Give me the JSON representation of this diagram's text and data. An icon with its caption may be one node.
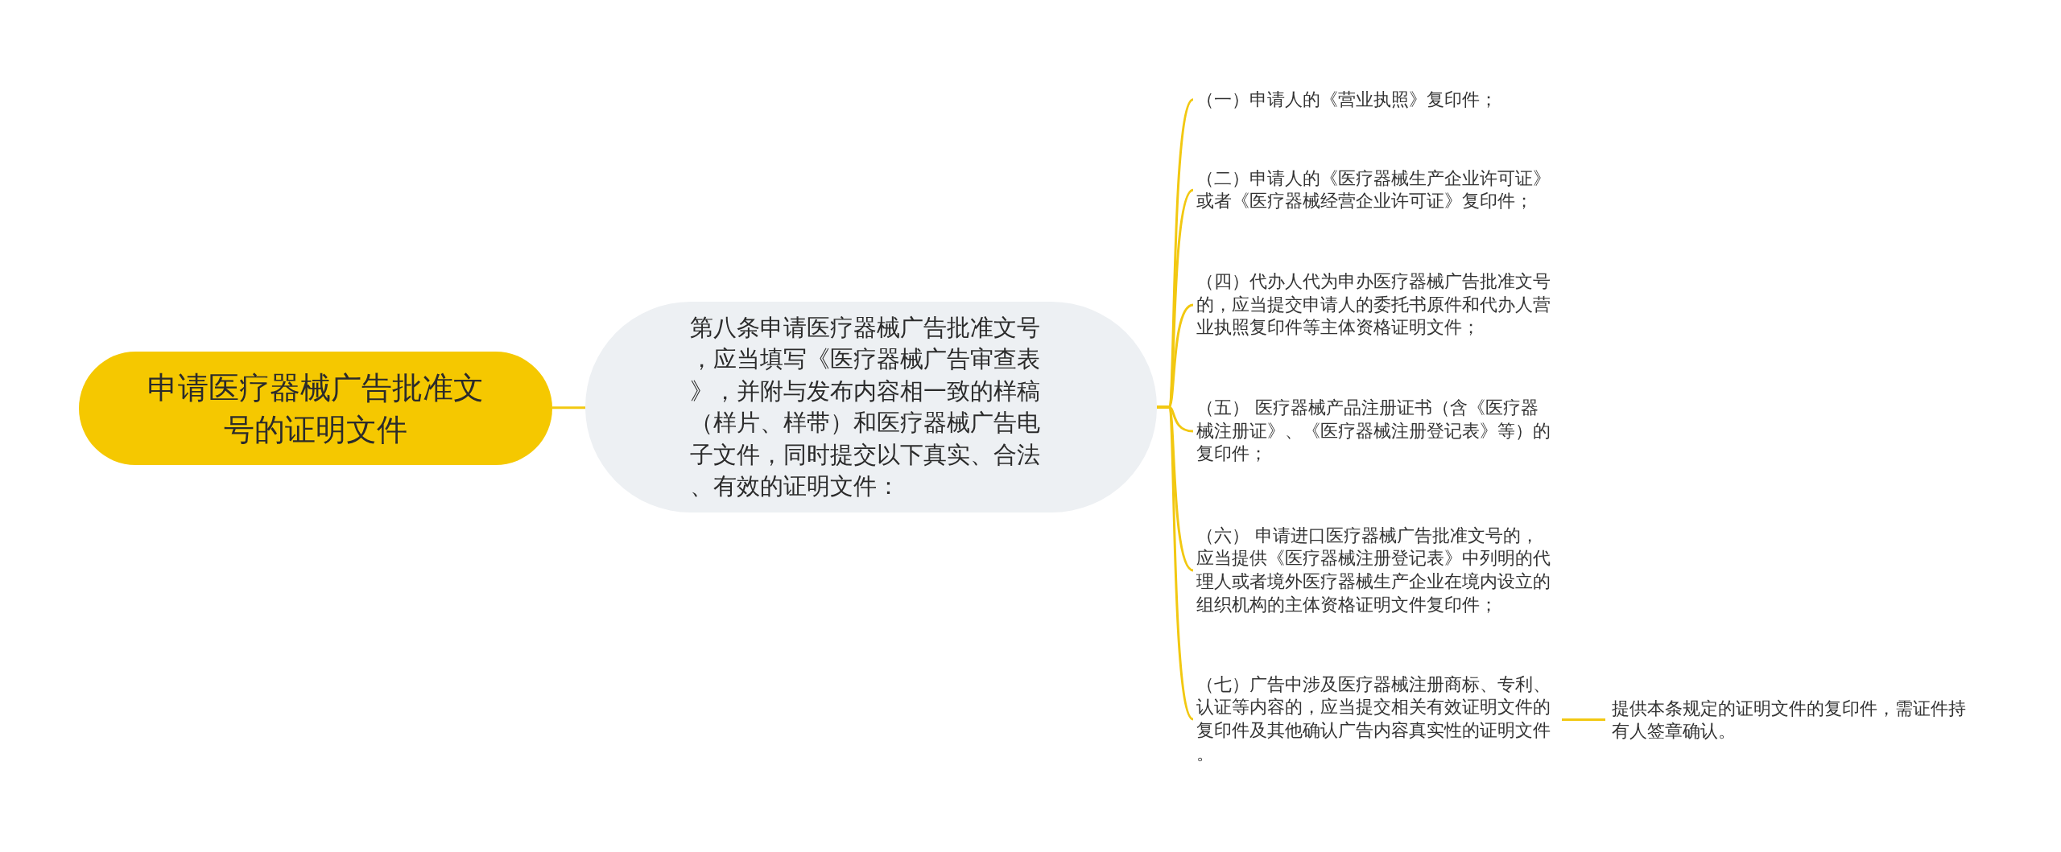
{
  "diagram": {
    "nodes": [
      {
        "text": [
          "申请医疗器械广告批准文号的证明文件"
        ]
      },
      {
        "text": [
          "第八条申请医疗器械广告批准文号，应当填写《医疗器械广告审查表》，并附与发布内容相一致的样稿（样片、样带）和医疗器械广告电子文件，同时提交以下真实、合法、有效的证明文件："
        ]
      },
      {
        "text": [
          "（一）申请人的《营业执照》复印件；"
        ]
      },
      {
        "text": [
          "（二）申请人的《医疗器械生产企业许可证》或者《医疗器械经营企业许可证》复印件；"
        ]
      },
      {
        "text": [
          "（四）代办人代为申办医疗器械广告批准文号的，应当提交申请人的委托书原件和代办人营业执照复印件等主体资格证明文件；"
        ]
      },
      {
        "text": [
          "（五） 医疗器械产品注册证书（含《医疗器械注册证》、《医疗器械注册登记表》等）的复印件；"
        ]
      },
      {
        "text": [
          "（六） 申请进口医疗器械广告批准文号的，应当提供《医疗器械注册登记表》中列明的代理人或者境外医疗器械生产企业在境内设立的组织机构的主体资格证明文件复印件；"
        ]
      },
      {
        "text": [
          "（七）广告中涉及医疗器械注册商标、专利、认证等内容的，应当提交相关有效证明文件的复印件及其他确认广告内容真实性的证明文件。"
        ]
      },
      {
        "text": [
          "提供本条规定的证明文件的复印件，需证件持有人签章确认。"
        ]
      }
    ],
    "edges": [
      {
        "from": 0,
        "to": 1,
        "arrow": "none"
      },
      {
        "from": 1,
        "to": 2,
        "arrow": "none"
      },
      {
        "from": 1,
        "to": 3,
        "arrow": "none"
      },
      {
        "from": 1,
        "to": 4,
        "arrow": "none"
      },
      {
        "from": 1,
        "to": 5,
        "arrow": "none"
      },
      {
        "from": 1,
        "to": 6,
        "arrow": "none"
      },
      {
        "from": 1,
        "to": 7,
        "arrow": "none"
      },
      {
        "from": 7,
        "to": 8,
        "arrow": "none"
      }
    ]
  }
}
